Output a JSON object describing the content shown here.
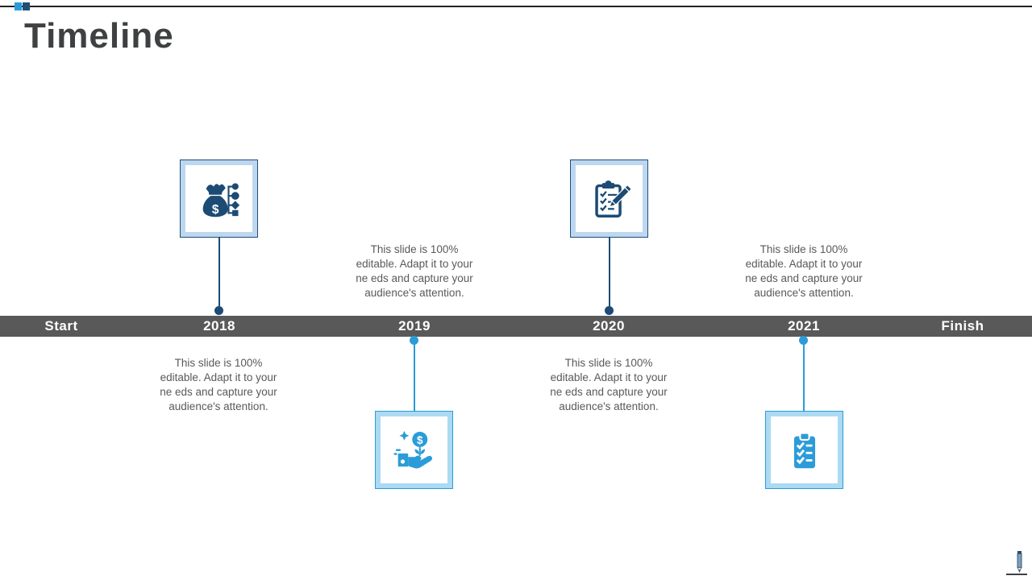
{
  "slide": {
    "title": "Timeline",
    "colors": {
      "dark_blue": "#1c4b74",
      "light_blue": "#2b9cd8",
      "bar_gray": "#595959",
      "body_text_gray": "#595959",
      "title_gray": "#3e4041",
      "pale_blue_frame_top": "#bdd7ee",
      "pale_blue_frame_bottom": "#abdaf3"
    }
  },
  "timeline": {
    "labels": [
      "Start",
      "2018",
      "2019",
      "2020",
      "2021",
      "Finish"
    ]
  },
  "icons": {
    "currency_symbol": "$",
    "names": [
      "money-bag-hierarchy-icon",
      "hand-coin-icon",
      "clipboard-pencil-icon",
      "checklist-icon",
      "pencil-icon"
    ]
  },
  "milestones": [
    {
      "year": "2018",
      "placement": "above",
      "icon": "money-bag-hierarchy-icon",
      "lines": [
        "This slide is 100%",
        "editable. Adapt it to your",
        "ne eds and capture your",
        "audience's attention."
      ]
    },
    {
      "year": "2019",
      "placement": "below",
      "icon": "hand-coin-icon",
      "lines": [
        "This slide is 100%",
        "editable. Adapt it to your",
        "ne eds and capture your",
        "audience's attention."
      ]
    },
    {
      "year": "2020",
      "placement": "above",
      "icon": "clipboard-pencil-icon",
      "lines": [
        "This slide is 100%",
        "editable. Adapt it to your",
        "ne eds and capture your",
        "audience's attention."
      ]
    },
    {
      "year": "2021",
      "placement": "below",
      "icon": "checklist-icon",
      "lines": [
        "This slide is 100%",
        "editable. Adapt it to your",
        "ne eds and capture your",
        "audience's attention."
      ]
    }
  ]
}
